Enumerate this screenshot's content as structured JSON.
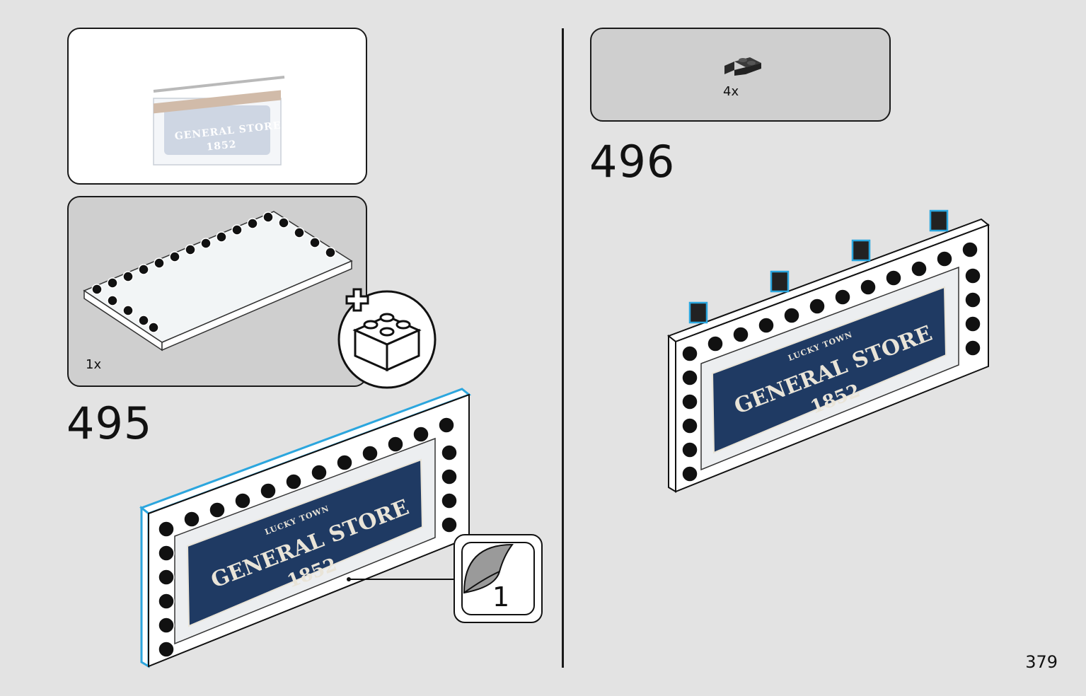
{
  "page": {
    "number": "379"
  },
  "step_495": {
    "number": "495",
    "parts_quantity": "1x",
    "sticker_number": "1",
    "sign": {
      "top": "LUCKY TOWN",
      "middle": "GENERAL STORE",
      "year": "1852"
    }
  },
  "step_496": {
    "number": "496",
    "parts_quantity": "4x",
    "sign": {
      "top": "LUCKY TOWN",
      "middle": "GENERAL STORE",
      "year": "1852"
    }
  },
  "preview": {
    "sign": {
      "middle": "GENERAL STORE",
      "year": "1852"
    }
  },
  "colors": {
    "sign_blue": "#1f3a63",
    "highlight": "#2ba6de",
    "background": "#e3e3e3",
    "panel_grey": "#cfcfcf"
  },
  "icons": [
    "sticker-icon",
    "new-brick-icon",
    "plate-with-clip-icon"
  ]
}
